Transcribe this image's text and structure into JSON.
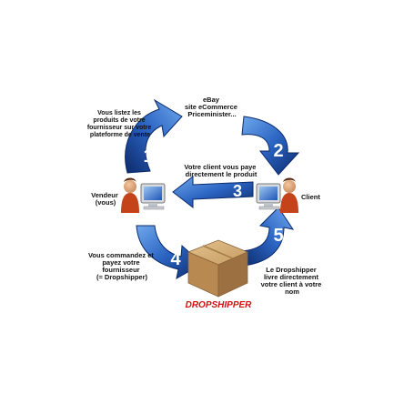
{
  "steps": [
    {
      "number": "1",
      "label": [
        "Vous listez les",
        "produits de votre",
        "fournisseur sur votre",
        "plateforme de vente"
      ]
    },
    {
      "number": "2",
      "label": [
        "eBay",
        "site eCommerce",
        "Priceminister..."
      ]
    },
    {
      "number": "3",
      "label": [
        "Votre client vous paye",
        "directement le produit"
      ]
    },
    {
      "number": "4",
      "label": [
        "Vous  commandez et",
        "payez votre",
        "fournisseur",
        "(= Dropshipper)"
      ]
    },
    {
      "number": "5",
      "label": [
        "Le Dropshipper",
        "livre directement",
        "votre client à votre",
        "nom"
      ]
    }
  ],
  "actors": {
    "seller": [
      "Vendeur",
      "(vous)"
    ],
    "client": [
      "Client"
    ],
    "dropshipper": "DROPSHIPPER"
  },
  "colors": {
    "arrow_light": "#3d7fd6",
    "arrow_dark": "#0c2a6b",
    "person_shirt": "#c4431a",
    "box": "#b88a52",
    "dropshipper_text": "#d21010"
  }
}
